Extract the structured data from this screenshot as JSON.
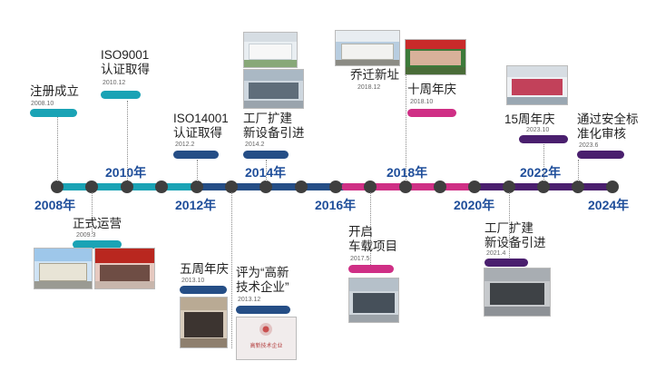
{
  "years": {
    "y2008": "2008年",
    "y2010": "2010年",
    "y2012": "2012年",
    "y2014": "2014年",
    "y2016": "2016年",
    "y2018": "2018年",
    "y2020": "2020年",
    "y2022": "2022年",
    "y2024": "2024年"
  },
  "events": {
    "e1": {
      "title": "注册成立",
      "date": "2008.10"
    },
    "e2": {
      "title": "正式运营",
      "date": "2009.3"
    },
    "e3": {
      "title1": "ISO9001",
      "title2": "认证取得",
      "date": "2010.12"
    },
    "e4": {
      "title1": "ISO14001",
      "title2": "认证取得",
      "date": "2012.2"
    },
    "e5": {
      "title": "五周年庆",
      "date": "2013.10"
    },
    "e6": {
      "title1": "评为“高新",
      "title2": "技术企业”",
      "date": "2013.12"
    },
    "e7": {
      "title1": "工厂扩建",
      "title2": "新设备引进",
      "date": "2014.2"
    },
    "e8": {
      "title1": "开启",
      "title2": "车载项目",
      "date": "2017.5"
    },
    "e9": {
      "title": "乔迁新址",
      "date": "2018.12"
    },
    "e10": {
      "title": "十周年庆",
      "date": "2018.10"
    },
    "e11": {
      "title1": "工厂扩建",
      "title2": "新设备引进",
      "date": "2021.4"
    },
    "e12": {
      "title": "15周年庆",
      "date": "2023.10"
    },
    "e13": {
      "title1": "通过安全标",
      "title2": "准化审核",
      "date": "2023.6"
    }
  },
  "certificate_text": "高新技术企业",
  "colors": {
    "teal": "#1aa3b5",
    "navy": "#254e86",
    "pink": "#cf2f85",
    "purple": "#4a1f6e",
    "node": "#3f3f3f",
    "year": "#1f4e9a"
  }
}
